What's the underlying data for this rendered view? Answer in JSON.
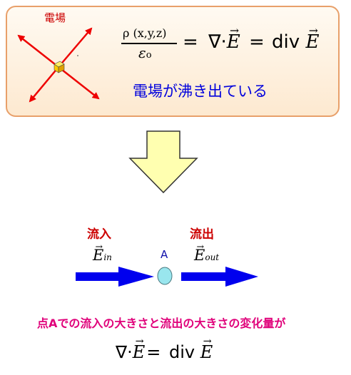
{
  "top_box": {
    "field_label": "電場",
    "numerator": "ρ (x,y,z)",
    "denominator_symbol": "ε",
    "denominator_sub": "o",
    "equals1": "=",
    "nabla": "∇",
    "dot": "·",
    "E": "E",
    "equals2": "=",
    "div": "div",
    "caption": "電場が沸き出ている"
  },
  "flow": {
    "inflow_label": "流入",
    "outflow_label": "流出",
    "E_in_main": "E",
    "E_in_sub": "in",
    "E_out_main": "E",
    "E_out_sub": "out",
    "point_label": "A"
  },
  "bottom": {
    "statement": "点Aでの流入の大きさと流出の大きさの変化量が",
    "nabla": "∇",
    "dot": "·",
    "E": "E",
    "equals": "=",
    "div": "div"
  },
  "colors": {
    "box_border": "#e8a06a",
    "red_arrows": "#ee0000",
    "blue_arrows": "#0000ee",
    "big_arrow_fill": "#ffffb0",
    "point_fill": "#99e6ee",
    "caption_color": "#0000dd",
    "statement_color": "#e0007a"
  }
}
